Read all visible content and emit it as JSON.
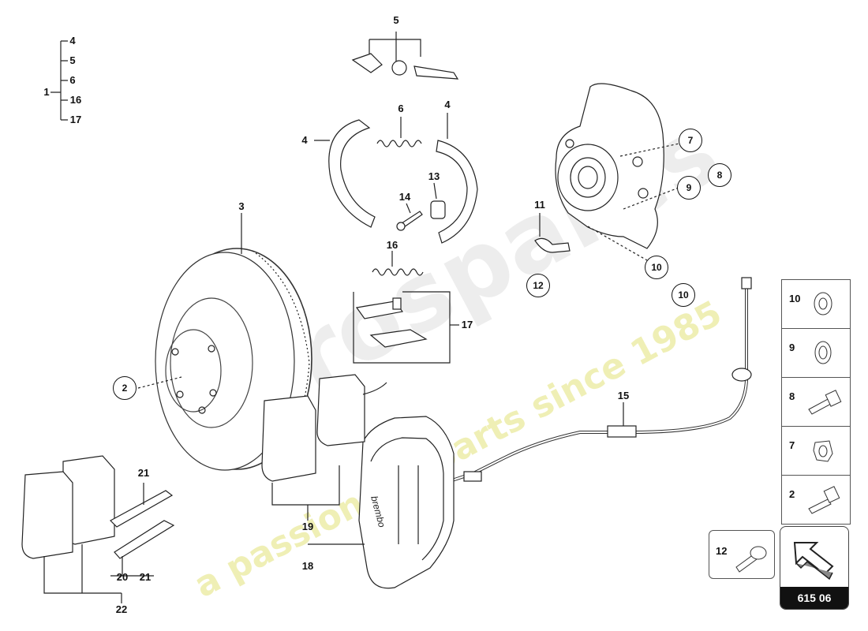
{
  "labels": {
    "l4a": "4",
    "l5a": "5",
    "l6a": "6",
    "l16a": "16",
    "l17a": "17",
    "l1": "1",
    "top5": "5",
    "top6": "6",
    "top4r": "4",
    "top4l": "4",
    "l3": "3",
    "l14": "14",
    "l13": "13",
    "l11": "11",
    "l16": "16",
    "l17": "17",
    "l15": "15",
    "l19": "19",
    "l18": "18",
    "l21a": "21",
    "l20": "20",
    "l21b": "21",
    "l22": "22"
  },
  "circles": {
    "c7": "7",
    "c9": "9",
    "c8": "8",
    "c10a": "10",
    "c10b": "10",
    "c12": "12",
    "c2": "2"
  },
  "legend": {
    "rows": [
      {
        "num": "10"
      },
      {
        "num": "9"
      },
      {
        "num": "8"
      },
      {
        "num": "7"
      },
      {
        "num": "2"
      }
    ]
  },
  "screw_box": {
    "num": "12"
  },
  "nav": {
    "code": "615 06"
  },
  "caliper_brand": "brembo",
  "watermark": {
    "logo": "eurospares",
    "tagline": "a passion for parts since 1985"
  }
}
